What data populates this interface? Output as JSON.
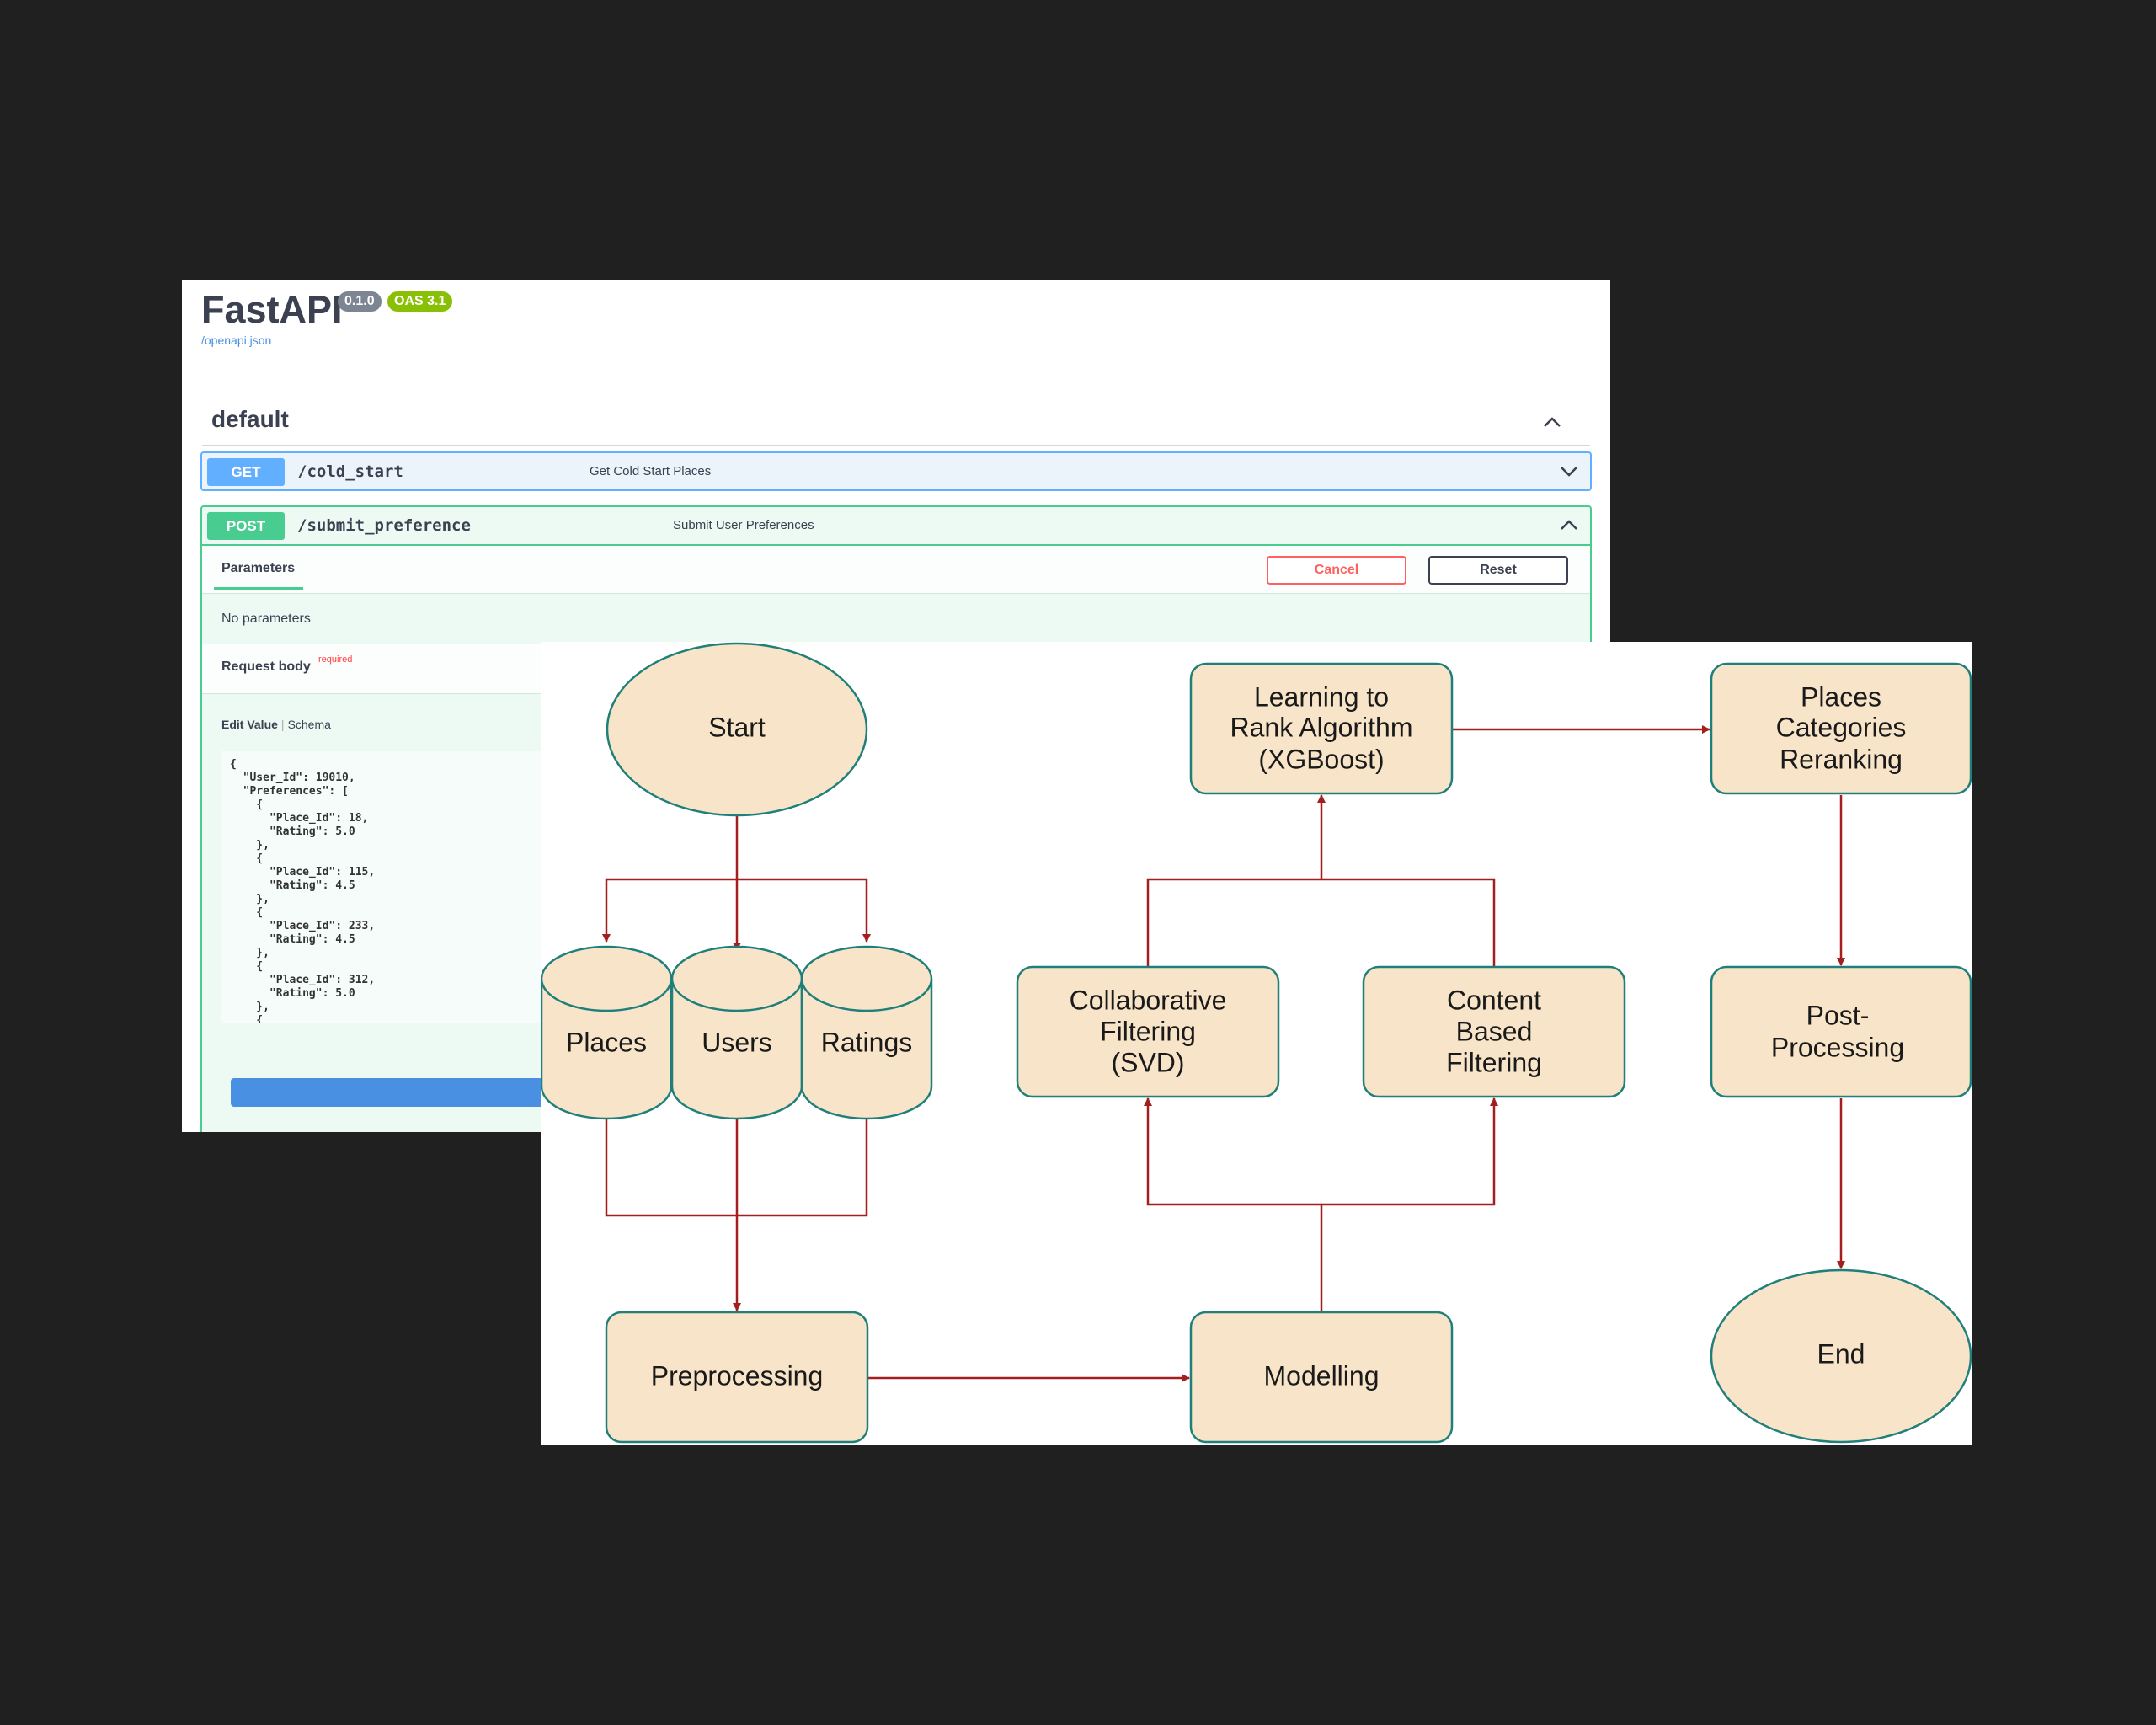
{
  "swagger": {
    "title": "FastAPI",
    "version_badge": "0.1.0",
    "oas_badge": "OAS 3.1",
    "openapi_link": "/openapi.json",
    "section_title": "default",
    "get_endpoint": {
      "method": "GET",
      "path": "/cold_start",
      "summary": "Get Cold Start Places"
    },
    "post_endpoint": {
      "method": "POST",
      "path": "/submit_preference",
      "summary": "Submit User Preferences",
      "parameters_tab": "Parameters",
      "cancel_label": "Cancel",
      "reset_label": "Reset",
      "no_parameters": "No parameters",
      "request_body_label": "Request body",
      "required_label": "required",
      "edit_value_tab": "Edit Value",
      "schema_tab": "Schema",
      "code_sample": "{\n  \"User_Id\": 19010,\n  \"Preferences\": [\n    {\n      \"Place_Id\": 18,\n      \"Rating\": 5.0\n    },\n    {\n      \"Place_Id\": 115,\n      \"Rating\": 4.5\n    },\n    {\n      \"Place_Id\": 233,\n      \"Rating\": 4.5\n    },\n    {\n      \"Place_Id\": 312,\n      \"Rating\": 5.0\n    },\n    {"
    }
  },
  "flowchart": {
    "colors": {
      "node_fill": "#f8e4c8",
      "node_stroke": "#1f7f7a",
      "arrow": "#a31f1f"
    },
    "nodes": {
      "start": "Start",
      "places": "Places",
      "users": "Users",
      "ratings": "Ratings",
      "preprocessing": "Preprocessing",
      "modelling": "Modelling",
      "collab_line1": "Collaborative",
      "collab_line2": "Filtering",
      "collab_line3": "(SVD)",
      "content_line1": "Content",
      "content_line2": "Based",
      "content_line3": "Filtering",
      "ltr_line1": "Learning to",
      "ltr_line2": "Rank Algorithm",
      "ltr_line3": "(XGBoost)",
      "rerank_line1": "Places",
      "rerank_line2": "Categories",
      "rerank_line3": "Reranking",
      "post_line1": "Post-",
      "post_line2": "Processing",
      "end": "End"
    }
  }
}
